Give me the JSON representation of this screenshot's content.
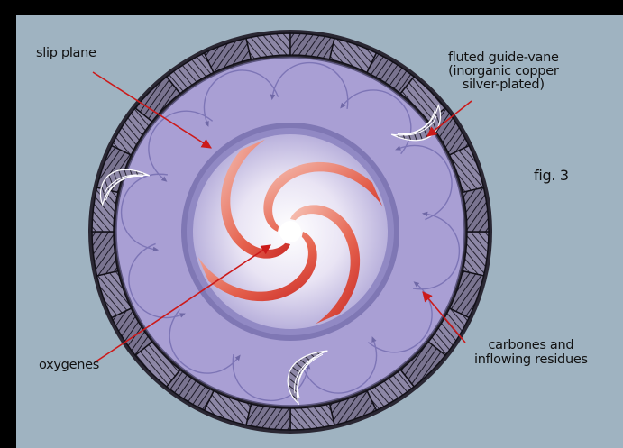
{
  "labels": {
    "slip_plane": "slip plane",
    "guide_vane": [
      "fluted guide-vane",
      "(inorganic copper",
      "silver-plated)"
    ],
    "fig": "fig. 3",
    "carbones": [
      "carbones and",
      "inflowing residues"
    ],
    "oxygenes": "oxygenes"
  },
  "colors": {
    "background": "#9fb3c1",
    "outer_frame": "#000000",
    "disc_fill": "#a99fd4",
    "ring_fill": "#8f87b8",
    "arrow": "#cc1a1a",
    "spiral_dark": "#d9342b",
    "spiral_light": "#f6b8a8"
  }
}
